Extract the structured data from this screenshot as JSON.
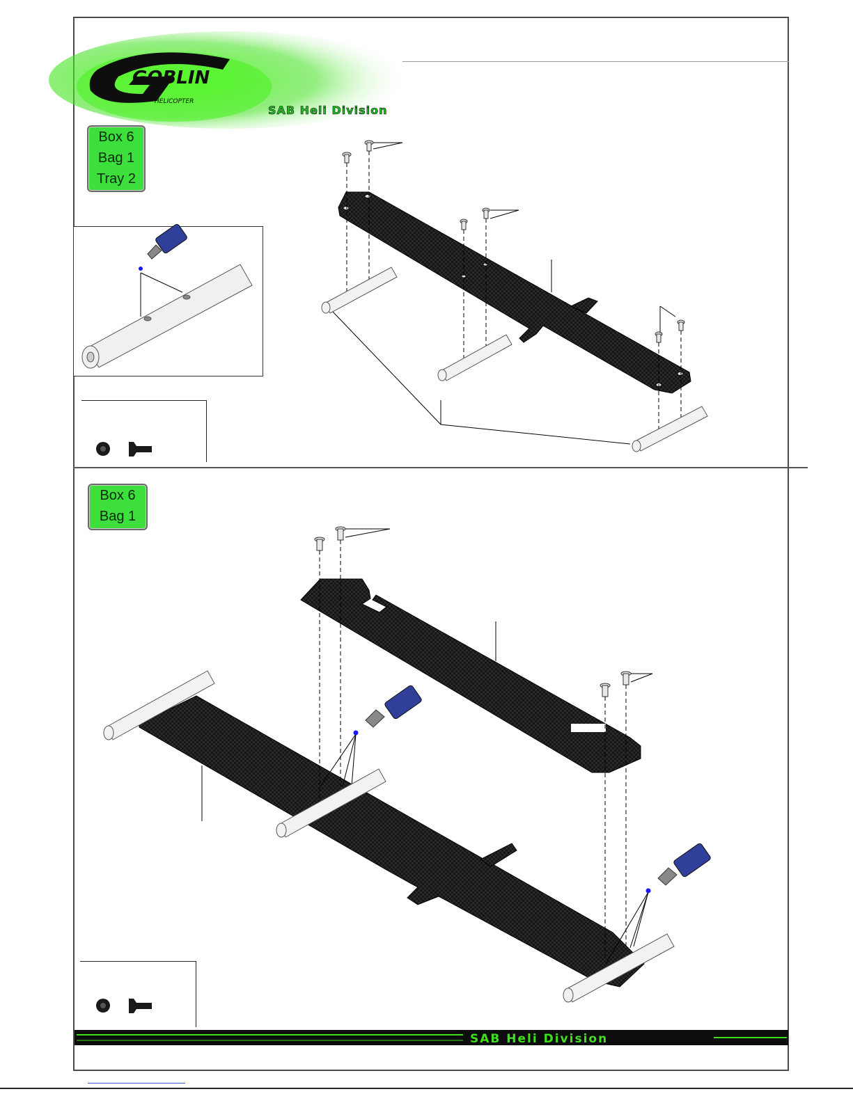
{
  "header": {
    "logo_text": "GOBLIN",
    "logo_subtext": "HELICOPTER",
    "division_text": "SAB Heli Division"
  },
  "step1": {
    "label_lines": [
      "Box 6",
      "Bag 1",
      "Tray 2"
    ]
  },
  "step2": {
    "label_lines": [
      "Box 6",
      "Bag 1"
    ]
  },
  "footer": {
    "banner_text": "SAB Heli Division"
  },
  "colors": {
    "label_green": "#3ddf3d",
    "logo_green": "#4dff2a",
    "carbon": "#1c1c1c",
    "loctite_blue": "#2f3f9a",
    "banner_bg": "#0d0d0d"
  },
  "icons": [
    "screw-top-icon",
    "screw-side-icon",
    "loctite-bottle-icon"
  ]
}
